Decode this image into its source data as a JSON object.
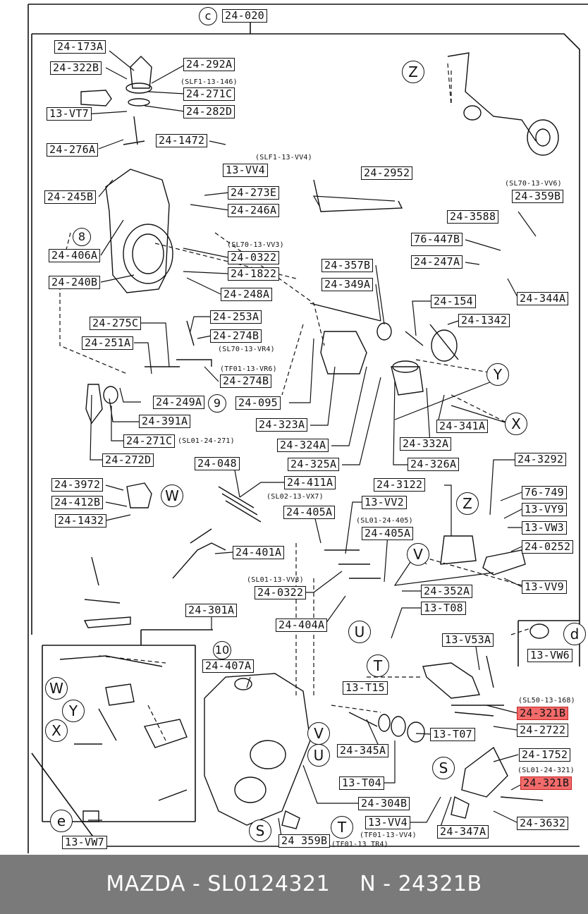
{
  "diagram": {
    "labels": {
      "l_24_020": "24-020",
      "l_24_173A": "24-173A",
      "l_24_322B": "24-322B",
      "l_13_VT7": "13-VT7",
      "l_24_292A": "24-292A",
      "l_24_271C_top": "24-271C",
      "l_24_282D": "24-282D",
      "l_24_276A": "24-276A",
      "l_24_1472": "24-1472",
      "l_13_VV4_top": "13-VV4",
      "l_24_245B": "24-245B",
      "l_24_273E": "24-273E",
      "l_24_246A": "24-246A",
      "l_24_2952": "24-2952",
      "l_24_359B_top": "24-359B",
      "l_24_3588": "24-3588",
      "l_76_447B": "76-447B",
      "l_24_247A": "24-247A",
      "l_24_344A": "24-344A",
      "l_24_406A": "24-406A",
      "l_24_0322_top": "24-0322",
      "l_24_1822": "24-1822",
      "l_24_240B": "24-240B",
      "l_24_248A": "24-248A",
      "l_24_357B": "24-357B",
      "l_24_349A": "24-349A",
      "l_24_154": "24-154",
      "l_24_1342": "24-1342",
      "l_24_253A": "24-253A",
      "l_24_275C": "24-275C",
      "l_24_274B_1": "24-274B",
      "l_24_251A": "24-251A",
      "l_24_274B_2": "24-274B",
      "l_24_249A": "24-249A",
      "l_24_095": "24-095",
      "l_24_391A": "24-391A",
      "l_24_323A": "24-323A",
      "l_24_271C_mid": "24-271C",
      "l_24_324A": "24-324A",
      "l_24_332A": "24-332A",
      "l_24_341A": "24-341A",
      "l_24_272D": "24-272D",
      "l_24_325A": "24-325A",
      "l_24_326A": "24-326A",
      "l_24_048": "24-048",
      "l_24_3292": "24-3292",
      "l_24_3972": "24-3972",
      "l_24_411A": "24-411A",
      "l_24_3122": "24-3122",
      "l_24_412B": "24-412B",
      "l_13_VV2": "13-VV2",
      "l_76_749": "76-749",
      "l_24_405A_1": "24-405A",
      "l_13_VY9": "13-VY9",
      "l_24_1432": "24-1432",
      "l_13_VW3": "13-VW3",
      "l_24_405A_2": "24-405A",
      "l_24_0252": "24-0252",
      "l_24_401A": "24-401A",
      "l_13_VV9": "13-VV9",
      "l_24_0322_bot": "24-0322",
      "l_24_352A": "24-352A",
      "l_24_301A": "24-301A",
      "l_13_T08": "13-T08",
      "l_24_404A": "24-404A",
      "l_13_V53A": "13-V53A",
      "l_13_VW6": "13-VW6",
      "l_24_407A": "24-407A",
      "l_13_T15": "13-T15",
      "l_24_321B_1": "24-321B",
      "l_24_2722": "24-2722",
      "l_13_T07": "13-T07",
      "l_24_1752": "24-1752",
      "l_24_345A": "24-345A",
      "l_24_321B_2": "24-321B",
      "l_13_T04": "13-T04",
      "l_24_304B": "24-304B",
      "l_24_3632": "24-3632",
      "l_13_VV4_bot": "13-VV4",
      "l_24_347A": "24-347A",
      "l_13_VW7": "13-VW7",
      "l_24_359B_bot": "24 359B"
    },
    "notes": {
      "n_slf1_13_146": "(SLF1-13-146)",
      "n_slf1_13_vv4": "(SLF1-13-VV4)",
      "n_sl70_13_vv6": "(SL70-13-VV6)",
      "n_sl70_13_vv3": "(SL70-13-VV3)",
      "n_sl70_13_vr4": "(SL70-13-VR4)",
      "n_tf01_13_vr6": "(TF01-13-VR6)",
      "n_sl01_24_271": "(SL01-24-271)",
      "n_sl02_13_vx7": "(SL02-13-VX7)",
      "n_sl01_24_405": "(SL01-24-405)",
      "n_sl01_13_vv3": "(SL01-13-VV3)",
      "n_sl50_13_168": "(SL50-13-168)",
      "n_sl01_24_321": "(SL01-24-321)",
      "n_tf01_13_vv4": "(TF01-13-VV4)",
      "n_tf01_13_tr4": "(TF01-13 TR4)"
    },
    "callouts": {
      "c_c": "c",
      "c_z_top": "Z",
      "c_8": "8",
      "c_9": "9",
      "c_y": "Y",
      "c_x": "X",
      "c_w": "W",
      "c_z_mid": "Z",
      "c_v_right": "V",
      "c_u_mid": "U",
      "c_d": "d",
      "c_10": "10",
      "c_t_top": "T",
      "c_w_inset": "W",
      "c_y_inset": "Y",
      "c_x_inset": "X",
      "c_v_body": "V",
      "c_u_body": "U",
      "c_s_right": "S",
      "c_e": "e",
      "c_s_body": "S",
      "c_t_bot": "T"
    },
    "highlight_color": "#f26b6b"
  },
  "footer": {
    "brand": "MAZDA - SL0124321",
    "part": "N - 24321B",
    "background": "#7a7a7a"
  }
}
